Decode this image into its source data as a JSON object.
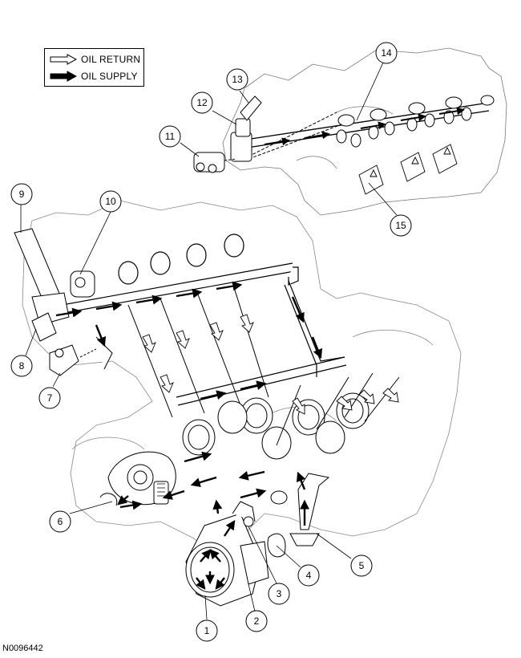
{
  "legend": {
    "return_label": "OIL RETURN",
    "supply_label": "OIL SUPPLY"
  },
  "callouts": [
    "1",
    "2",
    "3",
    "4",
    "5",
    "6",
    "7",
    "8",
    "9",
    "10",
    "11",
    "12",
    "13",
    "14",
    "15"
  ],
  "figure_id": "N0096442"
}
